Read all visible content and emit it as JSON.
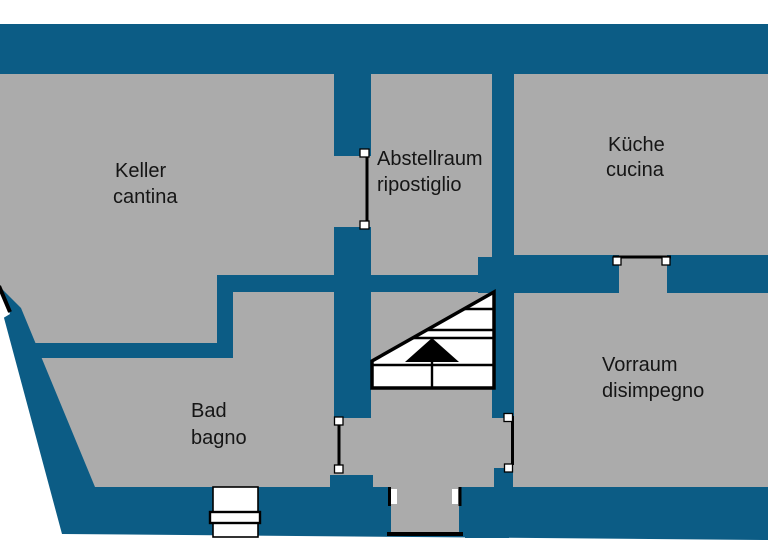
{
  "plan": {
    "type": "floor-plan",
    "rooms": [
      {
        "id": "keller",
        "name_de": "Keller",
        "name_it": "cantina"
      },
      {
        "id": "abstellraum",
        "name_de": "Abstellraum",
        "name_it": "ripostiglio"
      },
      {
        "id": "kueche",
        "name_de": "Küche",
        "name_it": "cucina"
      },
      {
        "id": "bad",
        "name_de": "Bad",
        "name_it": "bagno"
      },
      {
        "id": "vorraum",
        "name_de": "Vorraum",
        "name_it": "disimpegno"
      }
    ],
    "colors": {
      "wall": "#0c5c85",
      "floor": "#ababab",
      "outline": "#000000",
      "background": "#ffffff"
    }
  }
}
